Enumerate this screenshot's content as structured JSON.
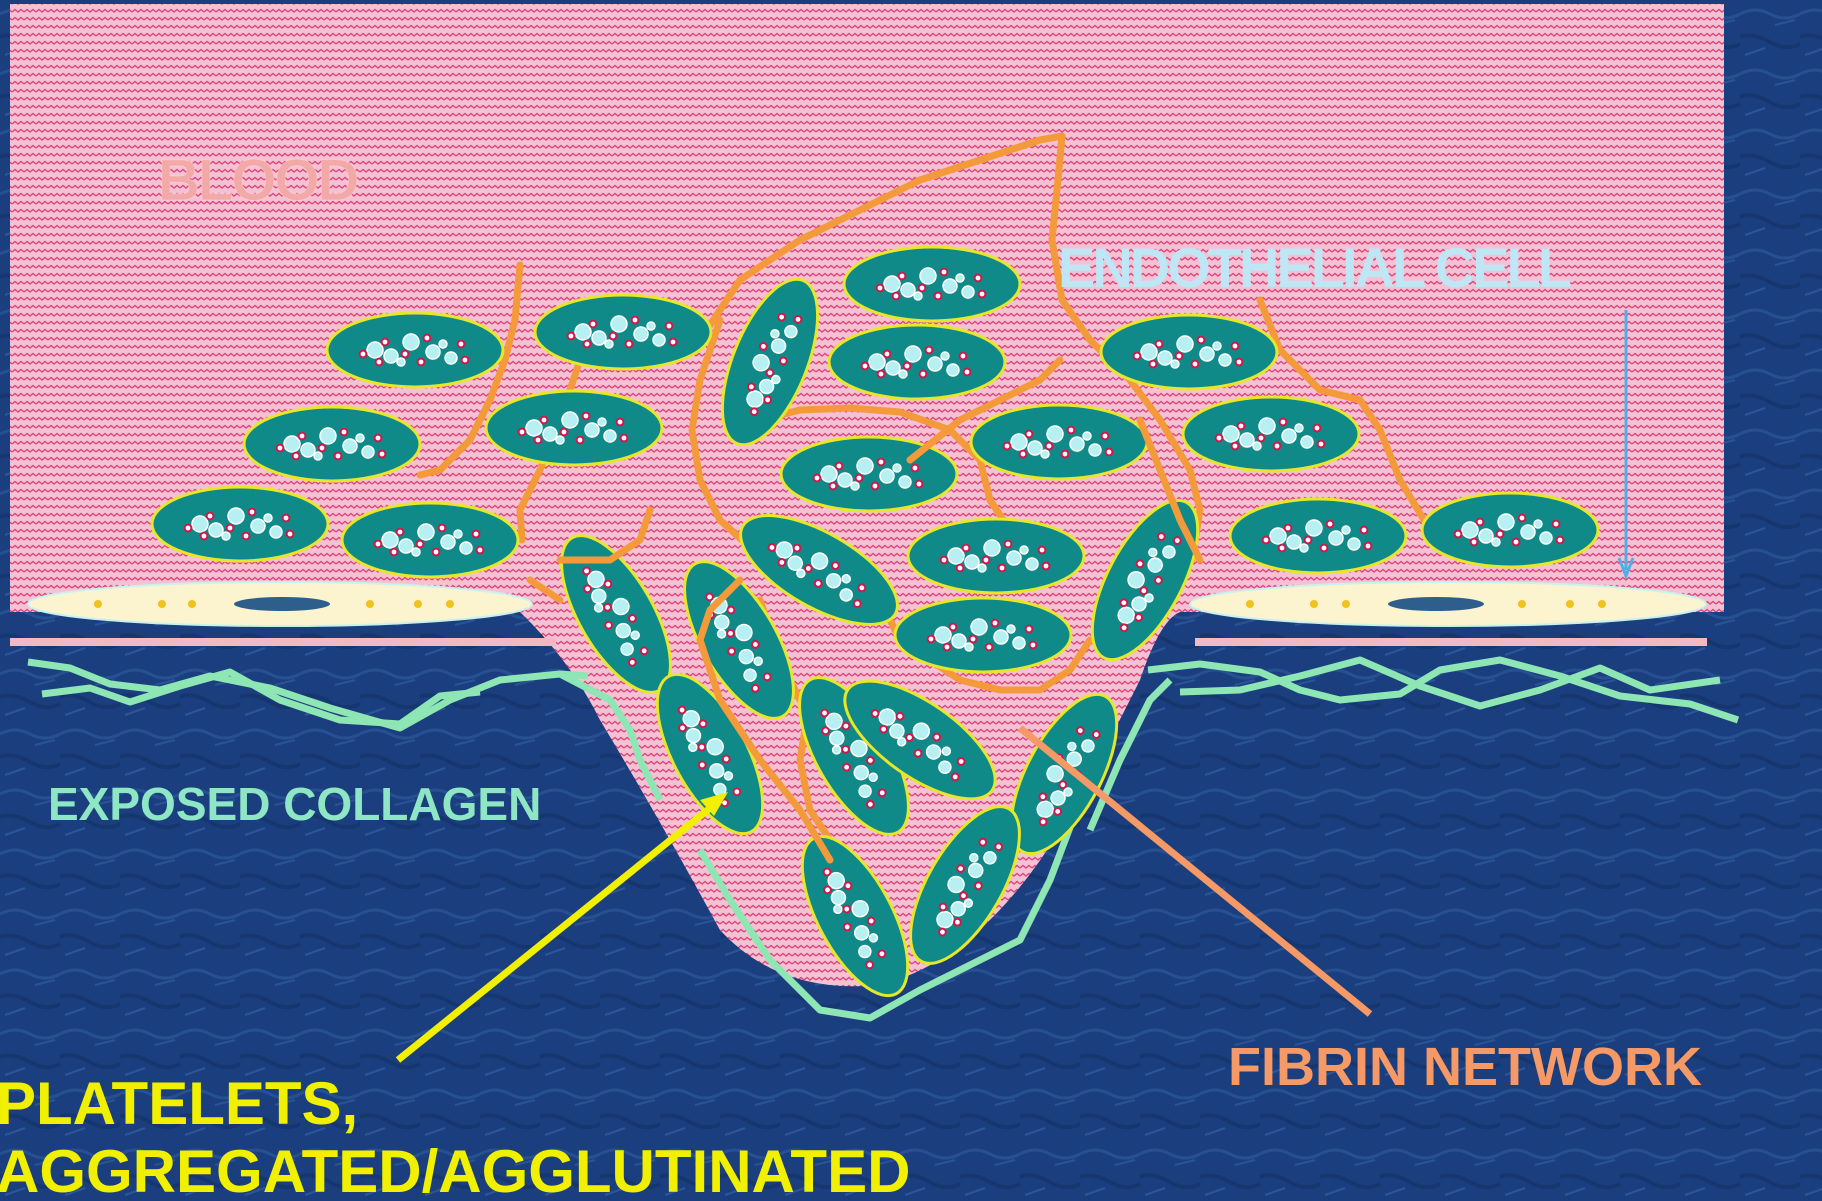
{
  "labels": {
    "blood": "BLOOD",
    "endothelial_cell": "ENDOTHELIAL CELL",
    "exposed_collagen": "EXPOSED COLLAGEN",
    "fibrin_network": "FIBRIN  NETWORK",
    "platelets_line1": "PLATELETS,",
    "platelets_line2": "AGGREGATED/AGGLUTINATED"
  },
  "colors": {
    "background": "#1b3f7e",
    "blood_fill": "#f5c2d4",
    "blood_wave": "#e0407a",
    "platelet_fill": "#0f8a88",
    "platelet_outline": "#e6e62a",
    "platelet_granule": "#b6f0f2",
    "platelet_dot": "#d0184e",
    "fibrin": "#f59a3a",
    "collagen": "#8ee6b4",
    "endothelial_fill": "#fbf4cf",
    "endothelial_nucleus": "#2e5f8c",
    "basement_membrane": "#f2b8c4",
    "blood_label": "#f4a9a9",
    "endothelial_label": "#bfe6f5",
    "collagen_label": "#8ee6c4",
    "fibrin_label": "#f59a66",
    "platelets_label": "#f0f000",
    "pointer_yellow": "#f0f000",
    "pointer_salmon": "#f59a66",
    "pointer_blue": "#4fb0e6"
  },
  "icons": [
    "platelet-icon",
    "endothelial-cell-icon",
    "arrow-icon"
  ]
}
